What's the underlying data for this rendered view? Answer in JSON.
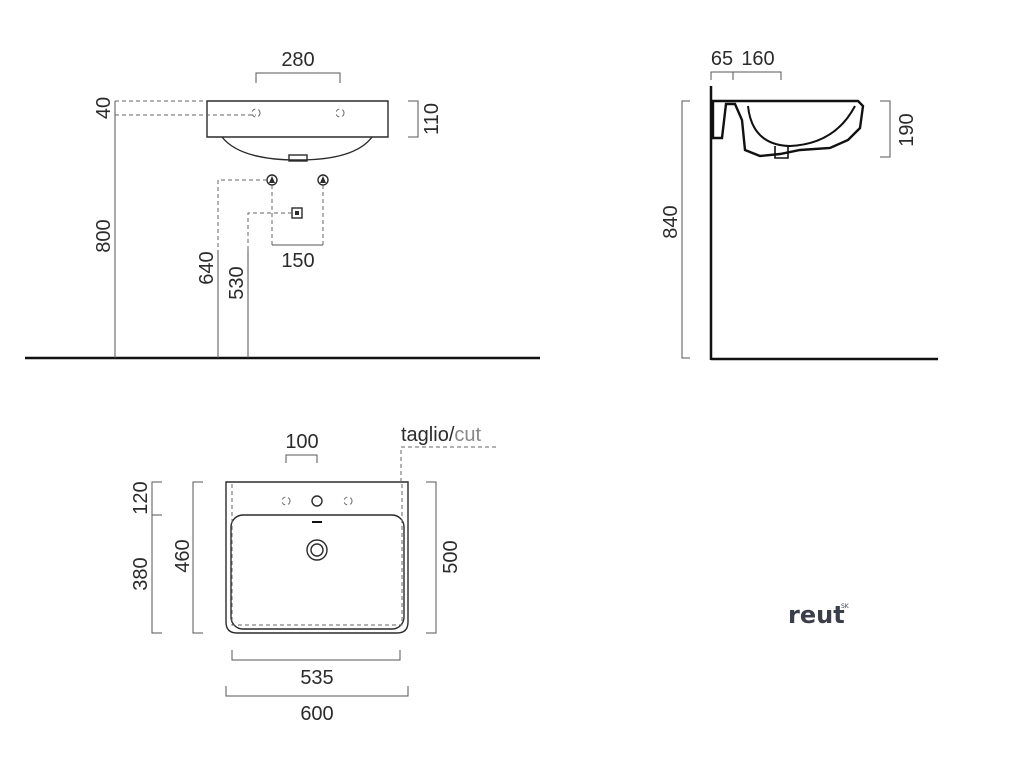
{
  "front_view": {
    "dim_tap_spacing": "280",
    "dim_basin_height": "110",
    "dim_top_offset": "40",
    "dim_rim_height": "800",
    "dim_supply_height": "640",
    "dim_waste_height": "530",
    "dim_supply_spacing": "150"
  },
  "side_view": {
    "dim_wall_gap": "65",
    "dim_tap_depth": "160",
    "dim_bowl_depth": "190",
    "dim_total_height": "840"
  },
  "top_view": {
    "cut_label": "taglio",
    "cut_separator": "/",
    "cut_label_translated": "cut",
    "dim_tap_spacing": "100",
    "dim_deck": "120",
    "dim_bowl": "380",
    "dim_inner_depth": "460",
    "dim_total_depth": "500",
    "dim_inner_width": "535",
    "dim_total_width": "600"
  },
  "brand": {
    "name": "reut",
    "suffix": "SK"
  },
  "colors": {
    "line": "#2b2b2b",
    "cut_accent": "#888888",
    "brand": "#3a3f4a"
  }
}
